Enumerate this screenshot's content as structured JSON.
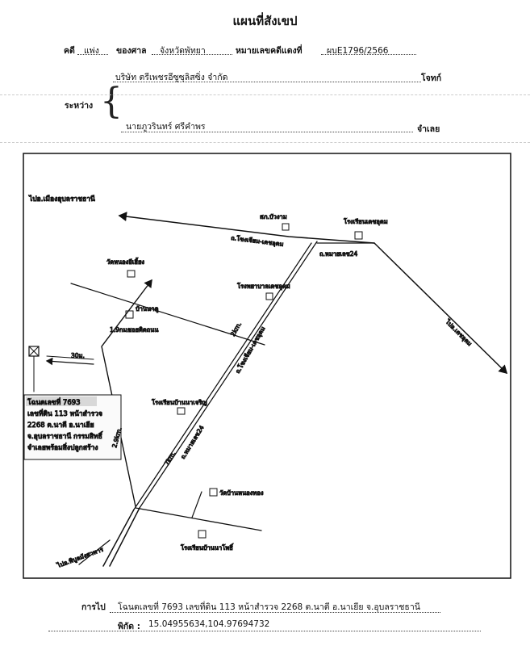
{
  "header": {
    "title": "แผนที่สังเขป",
    "case_label": "คดี",
    "case_type": "แพ่ง",
    "court_label": "ของศาล",
    "court_name": "จังหวัดพัทยา",
    "red_no_label": "หมายเลขคดีแดงที่",
    "red_no": "ผบE1796/2566"
  },
  "parties": {
    "between_label": "ระหว่าง",
    "plaintiff_name": "บริษัท ตรีเพชรอีซูซุลิสซิ่ง จำกัด",
    "plaintiff_role": "โจทก์",
    "defendant_name": "นายภูวรินทร์ ศรีคำพร",
    "defendant_role": "จำเลย"
  },
  "map": {
    "labels": {
      "to_mueang": "ไปอ.เมืองอุบลราชธานี",
      "road_khong": "ถ.โขงเจียม-เดชอุดม",
      "school_top": "โรงเรียนเดชอุดม",
      "police": "สภ.บัวงาม",
      "road_kho": "ถ.หมายเลข24",
      "wat_nong": "วัดหนองอีเฮี้ยง",
      "village": "บ้านนาคู",
      "school_mid": "โรงพยาบาลเดชอุดม",
      "dist_1_9": "1.9กม.",
      "turn_note": "ซอยติดถนน",
      "to_detudom": "ไปอ.เดชอุดม",
      "road_vertical": "ถ.โขงเจียม-เดชอุดม",
      "dist_30m": "30ม.",
      "dist_2_9": "2.9km.",
      "school_low": "โรงเรียนบ้านนาเจริญ",
      "dist_7km": "7km.",
      "road_low": "ถ.หมายเลข24",
      "wat_bottom": "วัดบ้านหนองทอง",
      "school_bottom": "โรงเรียนบ้านนาโพธิ์",
      "to_phibun": "ไปอ.พิบูลมังสาหาร",
      "dist_2km": "2km."
    },
    "target_note": [
      "โฉนดเลขที่ 7693",
      "เลขที่ดิน 113 หน้าสำรวจ",
      "2268 ต.นาตี อ.นาเยีย",
      "จ.อุบลราชธานี กรรมสิทธิ์",
      "จำเลยพร้อมสิ่งปลูกสร้าง"
    ]
  },
  "footer": {
    "directions_label": "การไป",
    "directions_text": "โฉนดเลขที่ 7693  เลขที่ดิน 113 หน้าสำรวจ 2268 ต.นาตี  อ.นาเยีย  จ.อุบลราชธานี",
    "coords_label": "พิกัด :",
    "coords_value": "15.04955634,104.97694732"
  }
}
